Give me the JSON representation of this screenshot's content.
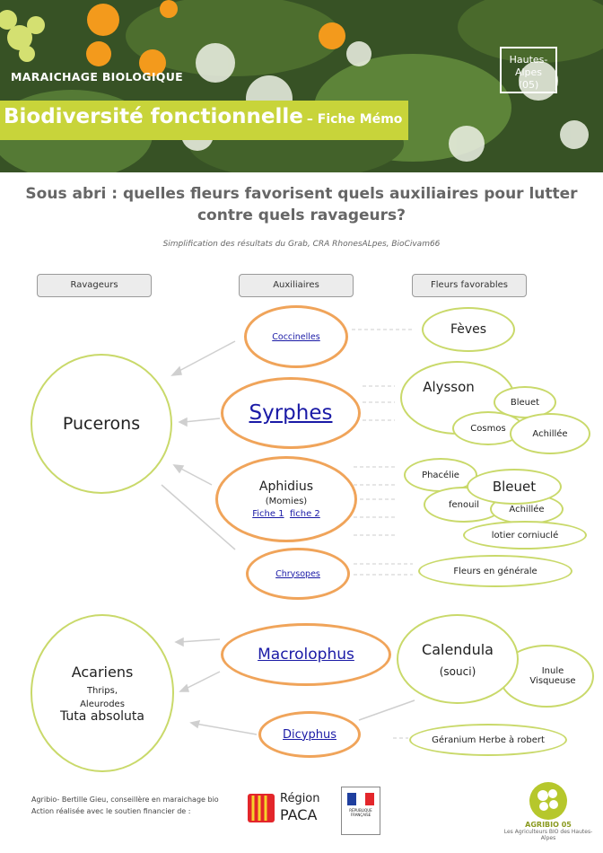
{
  "header": {
    "tag": "MARAICHAGE BIOLOGIQUE",
    "title": "Biodiversité fonctionnelle",
    "subtitle": "– Fiche Mémo",
    "region_name": "Hautes-Alpes",
    "region_code": "(05)"
  },
  "heading": {
    "line1": "Sous abri : quelles fleurs favorisent quels auxiliaires pour lutter",
    "line2": "contre quels ravageurs?",
    "source": "Simplification des résultats du Grab, CRA RhonesALpes, BioCivam66"
  },
  "columns": {
    "ravageurs": "Ravageurs",
    "auxiliaires": "Auxiliaires",
    "fleurs": "Fleurs favorables"
  },
  "ravageurs": {
    "pucerons": "Pucerons",
    "acariens": "Acariens",
    "thrips": "Thrips,",
    "aleurodes": "Aleurodes",
    "tuta": "Tuta absoluta"
  },
  "auxiliaires": {
    "coccinelles": "Coccinelles",
    "syrphes": "Syrphes",
    "aphidius": "Aphidius",
    "momies": "(Momies)",
    "fiche1": "Fiche 1",
    "fiche2": "fiche 2",
    "chrysopes": "Chrysopes",
    "macrolophus": "Macrolophus",
    "dicyphus": "Dicyphus"
  },
  "fleurs": {
    "feves": "Fèves",
    "alysson": "Alysson",
    "bleuet1": "Bleuet",
    "cosmos": "Cosmos",
    "achillee1": "Achillée",
    "phacelie": "Phacélie",
    "bleuet2": "Bleuet",
    "fenouil": "fenouil",
    "achillee2": "Achillée",
    "lotier": "lotier corniuclé",
    "fleurs_generale": "Fleurs en générale",
    "calendula": "Calendula",
    "souci": "(souci)",
    "inule": "Inule",
    "visqueuse": "Visqueuse",
    "geranium": "Géranium Herbe à robert"
  },
  "footer": {
    "line1": "Agribio- Bertille Gieu, conseillère en maraichage bio",
    "line2": "Action réalisée avec le soutien financier de :",
    "region_label": "Région",
    "region_paca": "PACA",
    "republique": "RÉPUBLIQUE FRANÇAISE",
    "agribio": "AGRIBIO 05",
    "agribio_sub": "Les Agriculteurs BIO des Hautes-Alpes"
  },
  "colors": {
    "banner_green": "#c8d43a",
    "ellipse_green": "#c9d96a",
    "ellipse_orange": "#f0a45a",
    "link_blue": "#1a1aa6"
  }
}
